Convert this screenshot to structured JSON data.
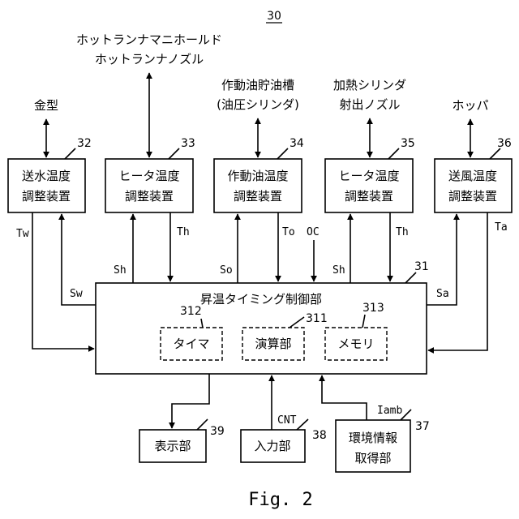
{
  "figure_number": "30",
  "caption": "Fig. 2",
  "controller": {
    "title": "昇温タイミング制御部",
    "ref": "31"
  },
  "sub_units": [
    {
      "label": "タイマ",
      "ref": "312"
    },
    {
      "label": "演算部",
      "ref": "311"
    },
    {
      "label": "メモリ",
      "ref": "313"
    }
  ],
  "devices": [
    {
      "line1": "送水温度",
      "line2": "調整装置",
      "ref": "32",
      "target": [
        "金型"
      ],
      "sig_in": "Tw",
      "sig_out": "Sw"
    },
    {
      "line1": "ヒータ温度",
      "line2": "調整装置",
      "ref": "33",
      "target": [
        "ホットランナマニホールド",
        "ホットランナノズル"
      ],
      "sig_in": "Th",
      "sig_out": "Sh"
    },
    {
      "line1": "作動油温度",
      "line2": "調整装置",
      "ref": "34",
      "target": [
        "作動油貯油槽",
        "(油圧シリンダ)"
      ],
      "sig_in": "To",
      "sig_out": "So"
    },
    {
      "line1": "ヒータ温度",
      "line2": "調整装置",
      "ref": "35",
      "target": [
        "加熱シリンダ",
        "射出ノズル"
      ],
      "sig_in": "Th",
      "sig_out": "Sh"
    },
    {
      "line1": "送風温度",
      "line2": "調整装置",
      "ref": "36",
      "target": [
        "ホッパ"
      ],
      "sig_in": "Ta",
      "sig_out": "Sa"
    }
  ],
  "oc_label": "OC",
  "bottom": {
    "display": {
      "label": "表示部",
      "ref": "39"
    },
    "input": {
      "label": "入力部",
      "ref": "38",
      "signal": "CNT"
    },
    "env": {
      "line1": "環境情報",
      "line2": "取得部",
      "ref": "37",
      "signal": "Iamb"
    }
  }
}
